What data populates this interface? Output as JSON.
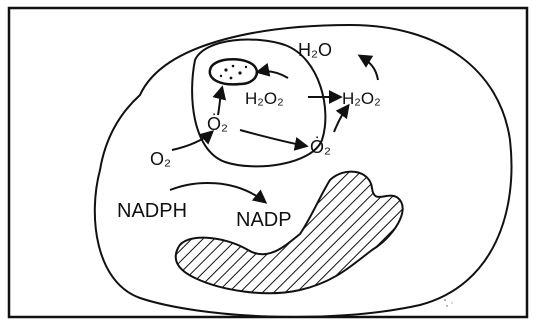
{
  "diagram": {
    "labels": {
      "water": "H₂O",
      "h2o2_inner": "H₂O₂",
      "h2o2_outer": "H₂O₂",
      "superoxide_inner": "Ȯ₂",
      "superoxide_outer": "Ȯ₂",
      "oxygen": "O₂",
      "nadph": "NADPH",
      "nadp": "NADP"
    },
    "colors": {
      "ink": "#111111",
      "background": "#ffffff"
    }
  }
}
